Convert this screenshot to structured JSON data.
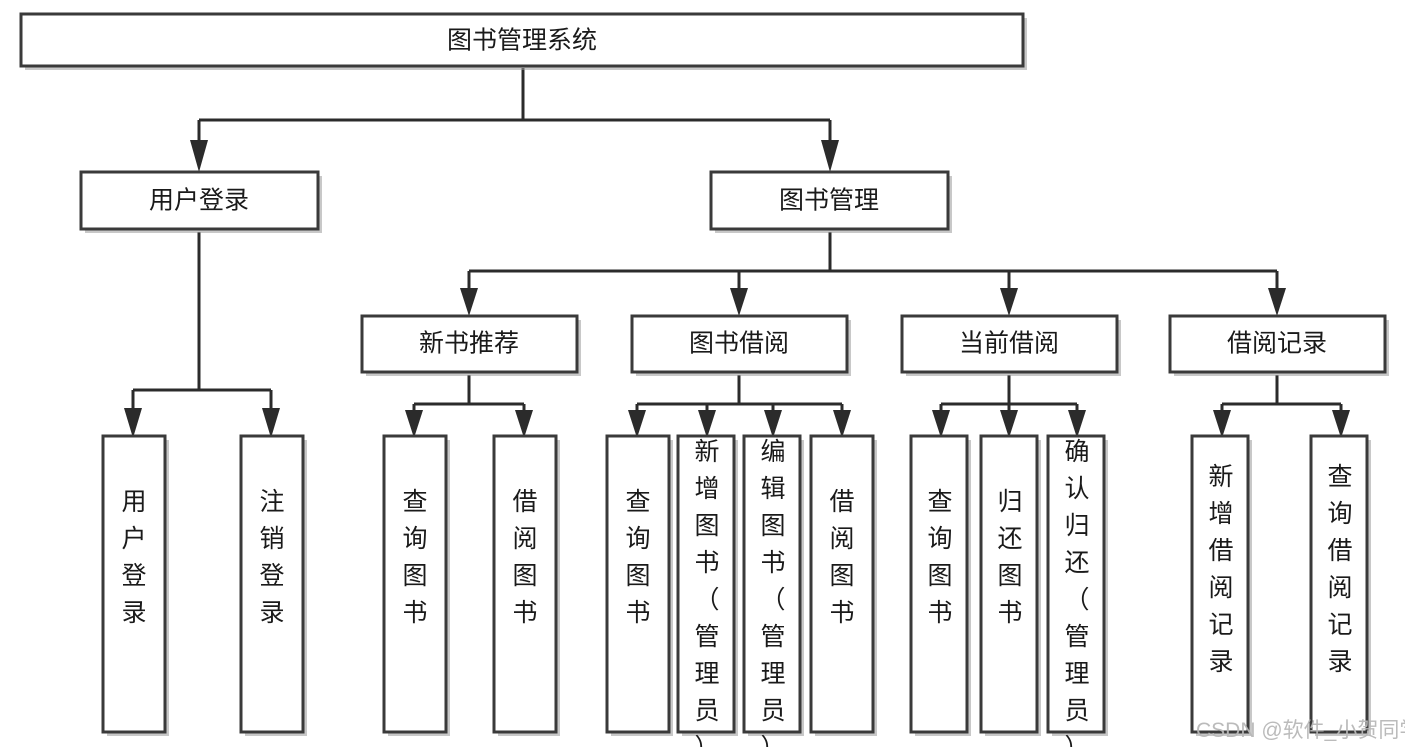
{
  "diagram": {
    "type": "tree-hierarchy-functional-decomposition",
    "title": "图书管理系统",
    "watermark": "CSDN @软件_小贺同学",
    "colors": {
      "box_stroke": "#3a3a3a",
      "connector": "#2b2b2b",
      "background": "#ffffff",
      "text": "#1a1a1a",
      "watermark": "#b8b8b8"
    },
    "levels": {
      "root": {
        "label": "图书管理系统"
      },
      "level2": [
        {
          "label": "用户登录"
        },
        {
          "label": "图书管理"
        }
      ],
      "level3": [
        {
          "label": "新书推荐"
        },
        {
          "label": "图书借阅"
        },
        {
          "label": "当前借阅"
        },
        {
          "label": "借阅记录"
        }
      ],
      "leaves": {
        "user_login": [
          {
            "label": "用户登录"
          },
          {
            "label": "注销登录"
          }
        ],
        "new_book_recommend": [
          {
            "label": "查询图书"
          },
          {
            "label": "借阅图书"
          }
        ],
        "book_borrow": [
          {
            "label": "查询图书"
          },
          {
            "label": "新增图书（管理员）"
          },
          {
            "label": "编辑图书（管理员）"
          },
          {
            "label": "借阅图书"
          }
        ],
        "current_borrow": [
          {
            "label": "查询图书"
          },
          {
            "label": "归还图书"
          },
          {
            "label": "确认归还（管理员）"
          }
        ],
        "borrow_records": [
          {
            "label": "新增借阅记录"
          },
          {
            "label": "查询借阅记录"
          }
        ]
      }
    }
  }
}
